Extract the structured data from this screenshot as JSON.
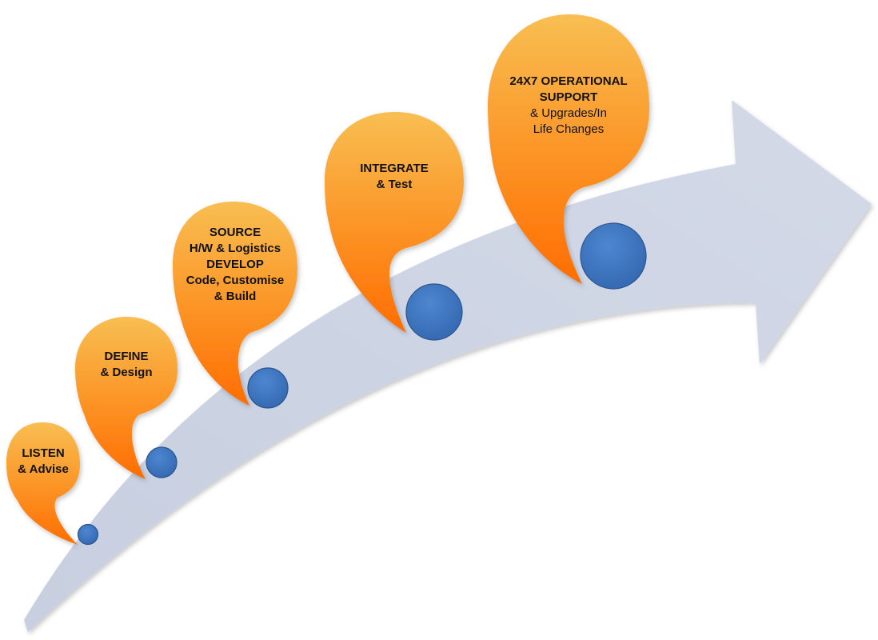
{
  "steps": [
    {
      "id": "listen",
      "lines": [
        {
          "text": "LISTEN",
          "bold": true
        },
        {
          "text": "& Advise",
          "bold": true
        }
      ]
    },
    {
      "id": "define",
      "lines": [
        {
          "text": "DEFINE",
          "bold": true
        },
        {
          "text": "& Design",
          "bold": true
        }
      ]
    },
    {
      "id": "source",
      "lines": [
        {
          "text": "SOURCE",
          "bold": true
        },
        {
          "text": "H/W & Logistics",
          "bold": true
        },
        {
          "text": "DEVELOP",
          "bold": true
        },
        {
          "text": "Code, Customise",
          "bold": true
        },
        {
          "text": "& Build",
          "bold": true
        }
      ]
    },
    {
      "id": "integrate",
      "lines": [
        {
          "text": "INTEGRATE",
          "bold": true
        },
        {
          "text": "& Test",
          "bold": true
        }
      ]
    },
    {
      "id": "support",
      "lines": [
        {
          "text": "24X7 OPERATIONAL",
          "bold": true
        },
        {
          "text": "SUPPORT",
          "bold": true
        },
        {
          "text": "& Upgrades/In",
          "bold": false
        },
        {
          "text": "Life Changes",
          "bold": false
        }
      ]
    }
  ],
  "colors": {
    "arrow_fill": "#cfd6e6",
    "bubble_top": "#f8be52",
    "bubble_bottom": "#ff6d00",
    "dot_fill": "#3e77c1",
    "dot_stroke": "#2a558f",
    "text": "#111111"
  }
}
